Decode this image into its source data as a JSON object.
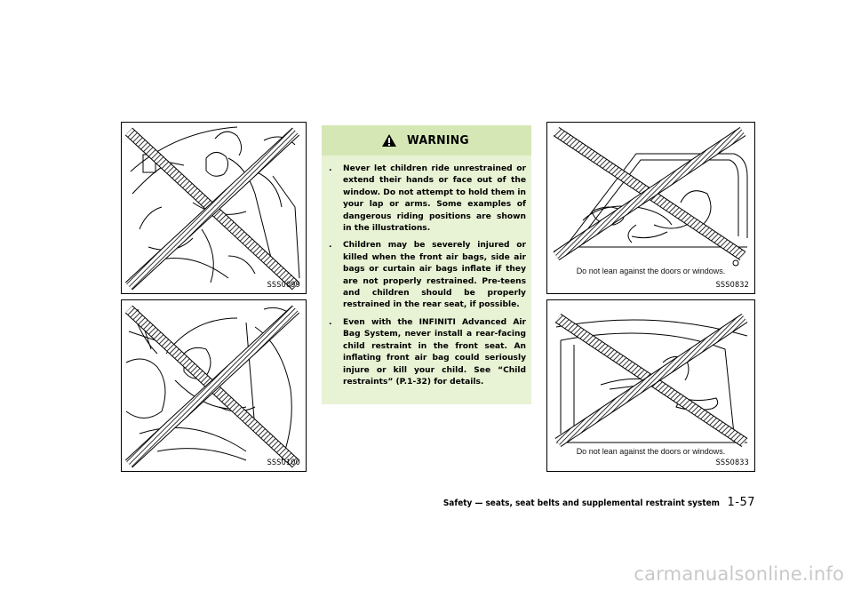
{
  "figures": [
    {
      "code": "SSS0099",
      "caption": ""
    },
    {
      "code": "SSS0100",
      "caption": ""
    },
    {
      "code": "SSS0832",
      "caption": "Do not lean against the doors or windows."
    },
    {
      "code": "SSS0833",
      "caption": "Do not lean against the doors or windows."
    }
  ],
  "warning": {
    "title": "WARNING",
    "icon": "warning-triangle-icon",
    "bullets": [
      "Never let children ride unrestrained or extend their hands or face out of the window. Do not attempt to hold them in your lap or arms. Some examples of dangerous riding positions are shown in the illustrations.",
      "Children may be severely injured or killed when the front air bags, side air bags or curtain air bags inflate if they are not properly restrained. Pre-teens and children should be properly restrained in the rear seat, if possible.",
      "Even with the INFINITI Advanced Air Bag System, never install a rear-facing child restraint in the front seat. An inflating front air bag could seriously injure or kill your child. See “Child restraints” (P.1-32) for details."
    ],
    "bullet_char": "."
  },
  "footer": {
    "section": "Safety — seats, seat belts and supplemental restraint system",
    "page": "1-57"
  },
  "watermark": "carmanualsonline.info",
  "colors": {
    "warning_bg": "#e8f2d4",
    "warning_header": "#d6e7b6",
    "watermark": "#c9c9c9"
  }
}
